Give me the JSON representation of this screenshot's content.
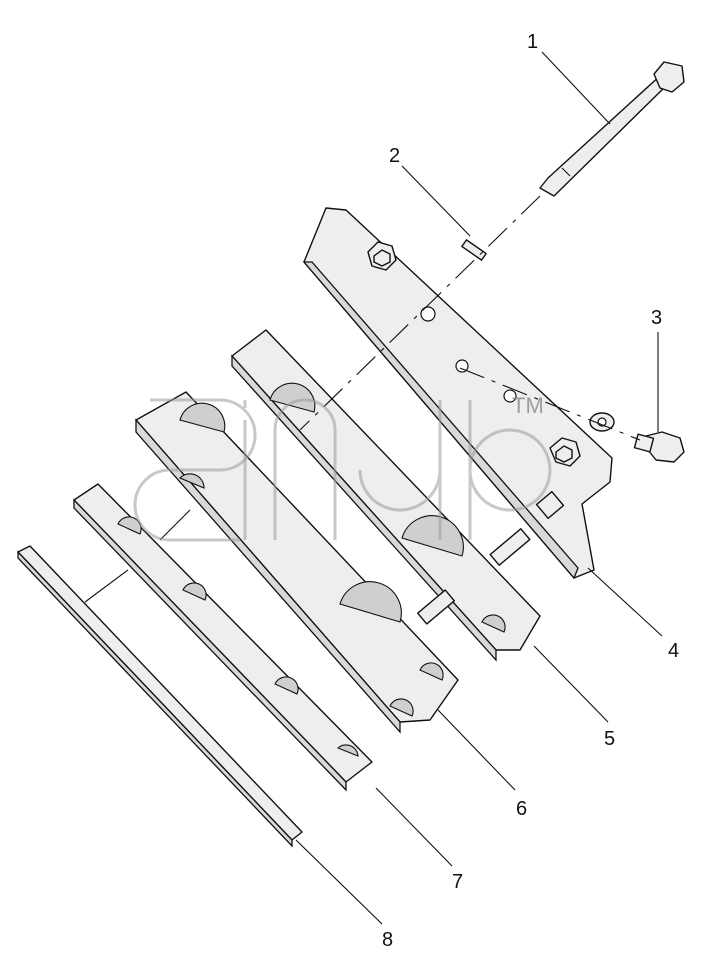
{
  "watermark": {
    "trademark": "TM"
  },
  "callouts": [
    {
      "id": "1",
      "label": "1"
    },
    {
      "id": "2",
      "label": "2"
    },
    {
      "id": "3",
      "label": "3"
    },
    {
      "id": "4",
      "label": "4"
    },
    {
      "id": "5",
      "label": "5"
    },
    {
      "id": "6",
      "label": "6"
    },
    {
      "id": "7",
      "label": "7"
    },
    {
      "id": "8",
      "label": "8"
    }
  ]
}
